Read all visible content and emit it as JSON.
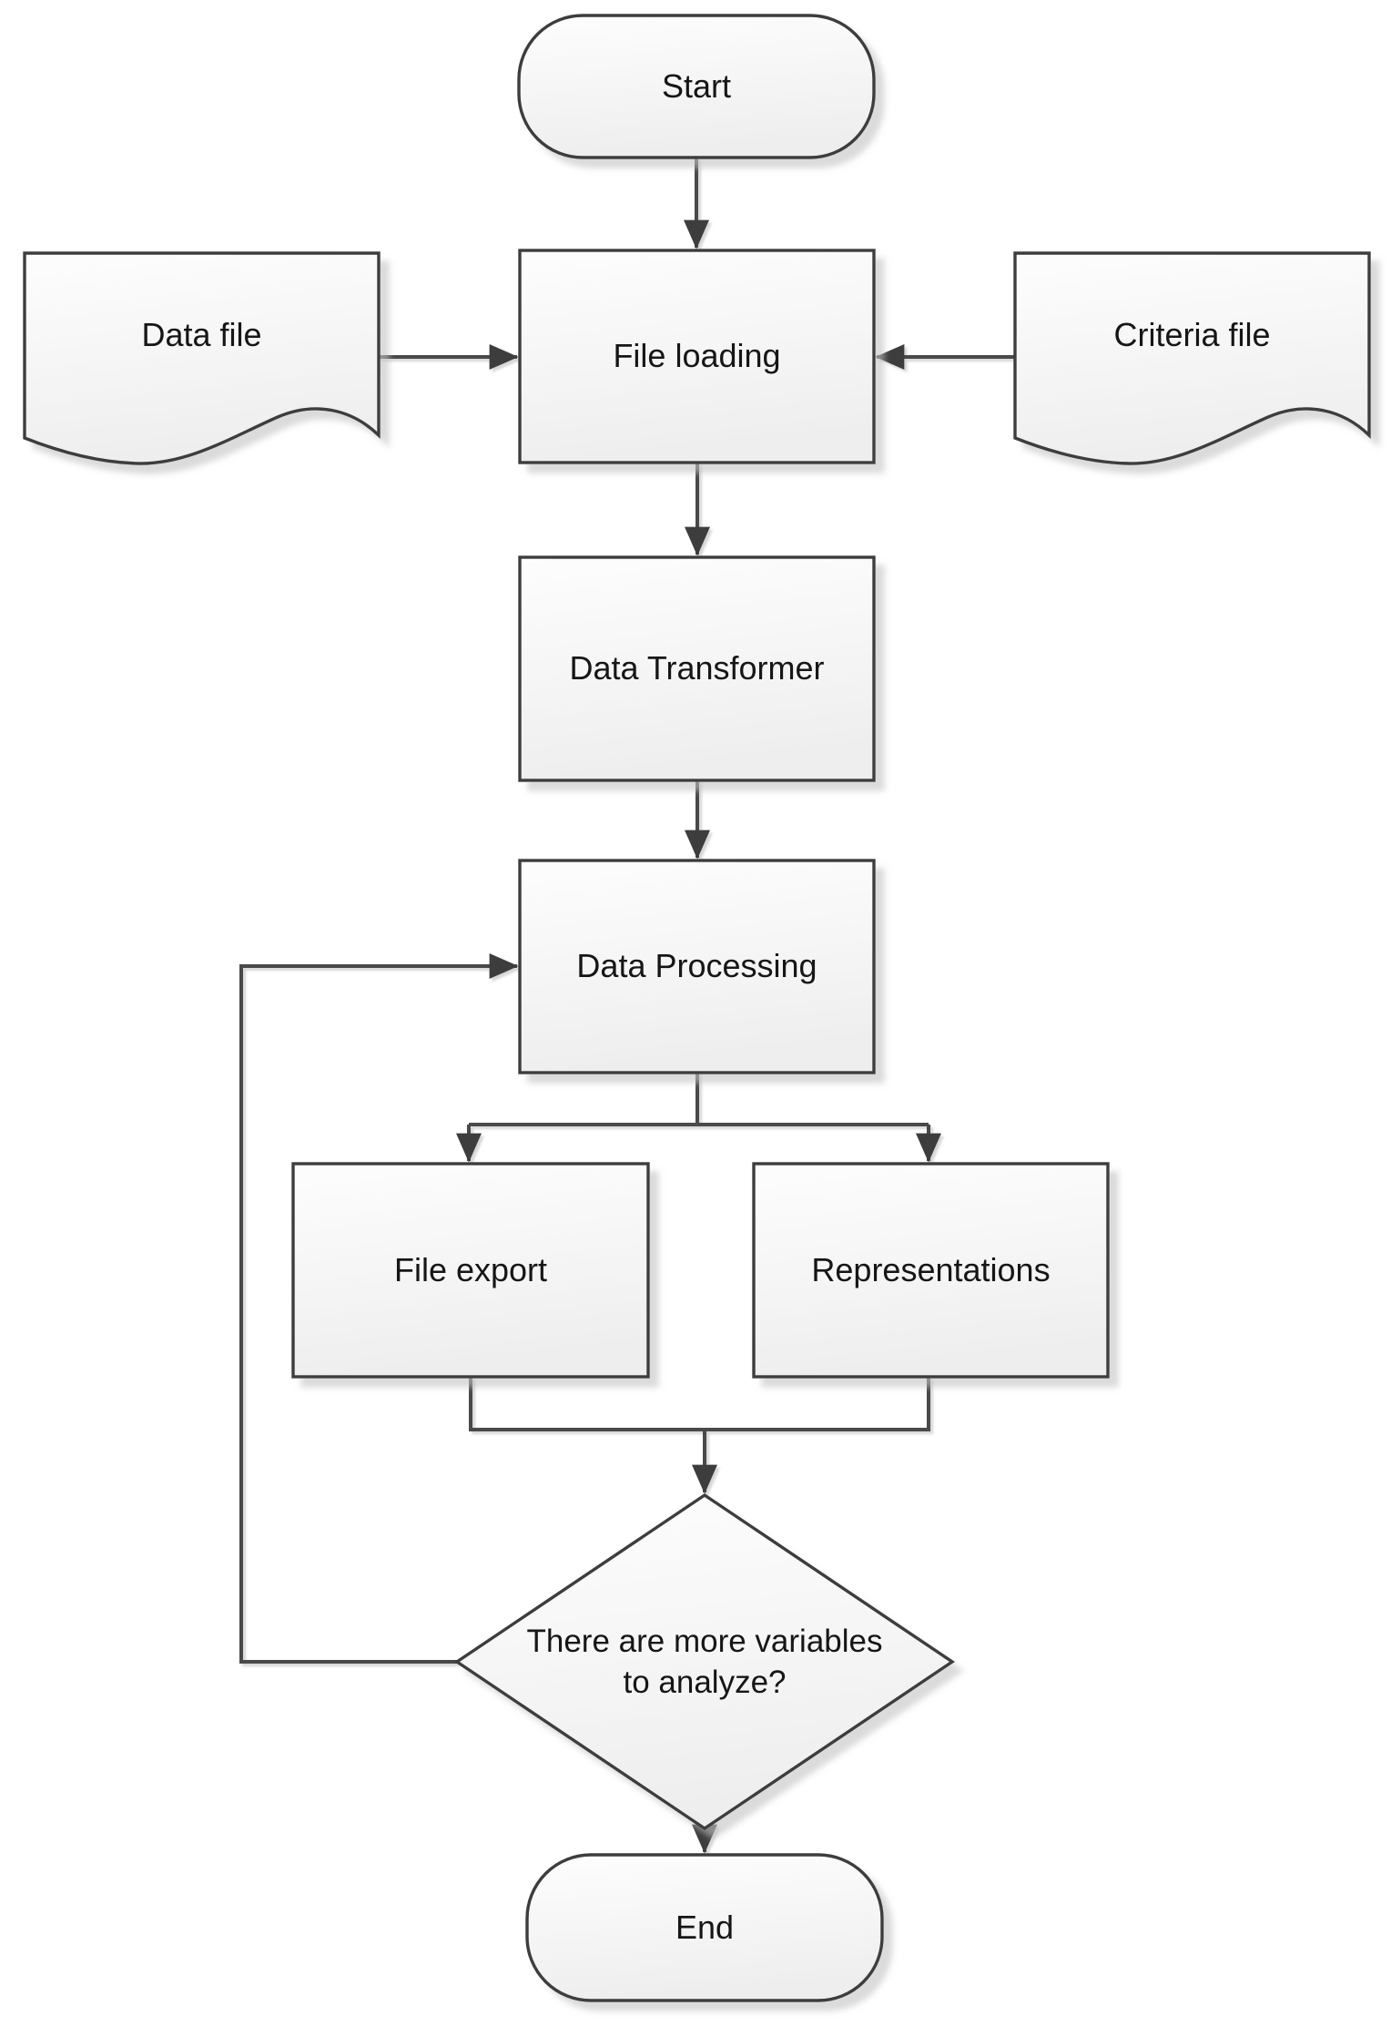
{
  "flowchart": {
    "nodes": [
      {
        "id": "start",
        "type": "terminator",
        "label": "Start"
      },
      {
        "id": "data-file",
        "type": "document",
        "label": "Data file"
      },
      {
        "id": "file-loading",
        "type": "process",
        "label": "File loading"
      },
      {
        "id": "criteria-file",
        "type": "document",
        "label": "Criteria file"
      },
      {
        "id": "data-transformer",
        "type": "process",
        "label": "Data Transformer"
      },
      {
        "id": "data-processing",
        "type": "process",
        "label": "Data Processing"
      },
      {
        "id": "file-export",
        "type": "process",
        "label": "File export"
      },
      {
        "id": "representations",
        "type": "process",
        "label": "Representations"
      },
      {
        "id": "decision",
        "type": "decision",
        "label": "There are more variables to analyze?"
      },
      {
        "id": "end",
        "type": "terminator",
        "label": "End"
      }
    ],
    "edges": [
      {
        "from": "Start",
        "to": "File loading"
      },
      {
        "from": "Data file",
        "to": "File loading"
      },
      {
        "from": "Criteria file",
        "to": "File loading"
      },
      {
        "from": "File loading",
        "to": "Data Transformer"
      },
      {
        "from": "Data Transformer",
        "to": "Data Processing"
      },
      {
        "from": "Data Processing",
        "to": "File export"
      },
      {
        "from": "Data Processing",
        "to": "Representations"
      },
      {
        "from": "File export",
        "to": "There are more variables to analyze?"
      },
      {
        "from": "Representations",
        "to": "There are more variables to analyze?"
      },
      {
        "from": "There are more variables to analyze?",
        "to": "Data Processing",
        "kind": "loop-back"
      },
      {
        "from": "There are more variables to analyze?",
        "to": "End"
      }
    ],
    "colors": {
      "background": "#ffffff",
      "shape_border": "#3c3c3c",
      "shape_fill_top": "#fdfdfd",
      "shape_fill_bottom": "#eeeeee",
      "connector": "#4a4a4a",
      "arrowhead": "#3c3c3c",
      "shadow": "#c2c2c2",
      "text": "#161616"
    }
  }
}
